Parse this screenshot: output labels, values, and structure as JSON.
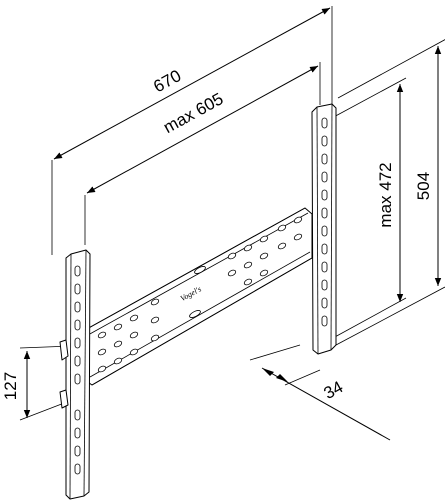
{
  "dimensions": {
    "overall_width": "670",
    "max_hole_width": "max 605",
    "max_hole_height": "max 472",
    "overall_height": "504",
    "rail_spacing": "127",
    "depth": "34"
  },
  "logo": {
    "text": "Vogel's"
  }
}
